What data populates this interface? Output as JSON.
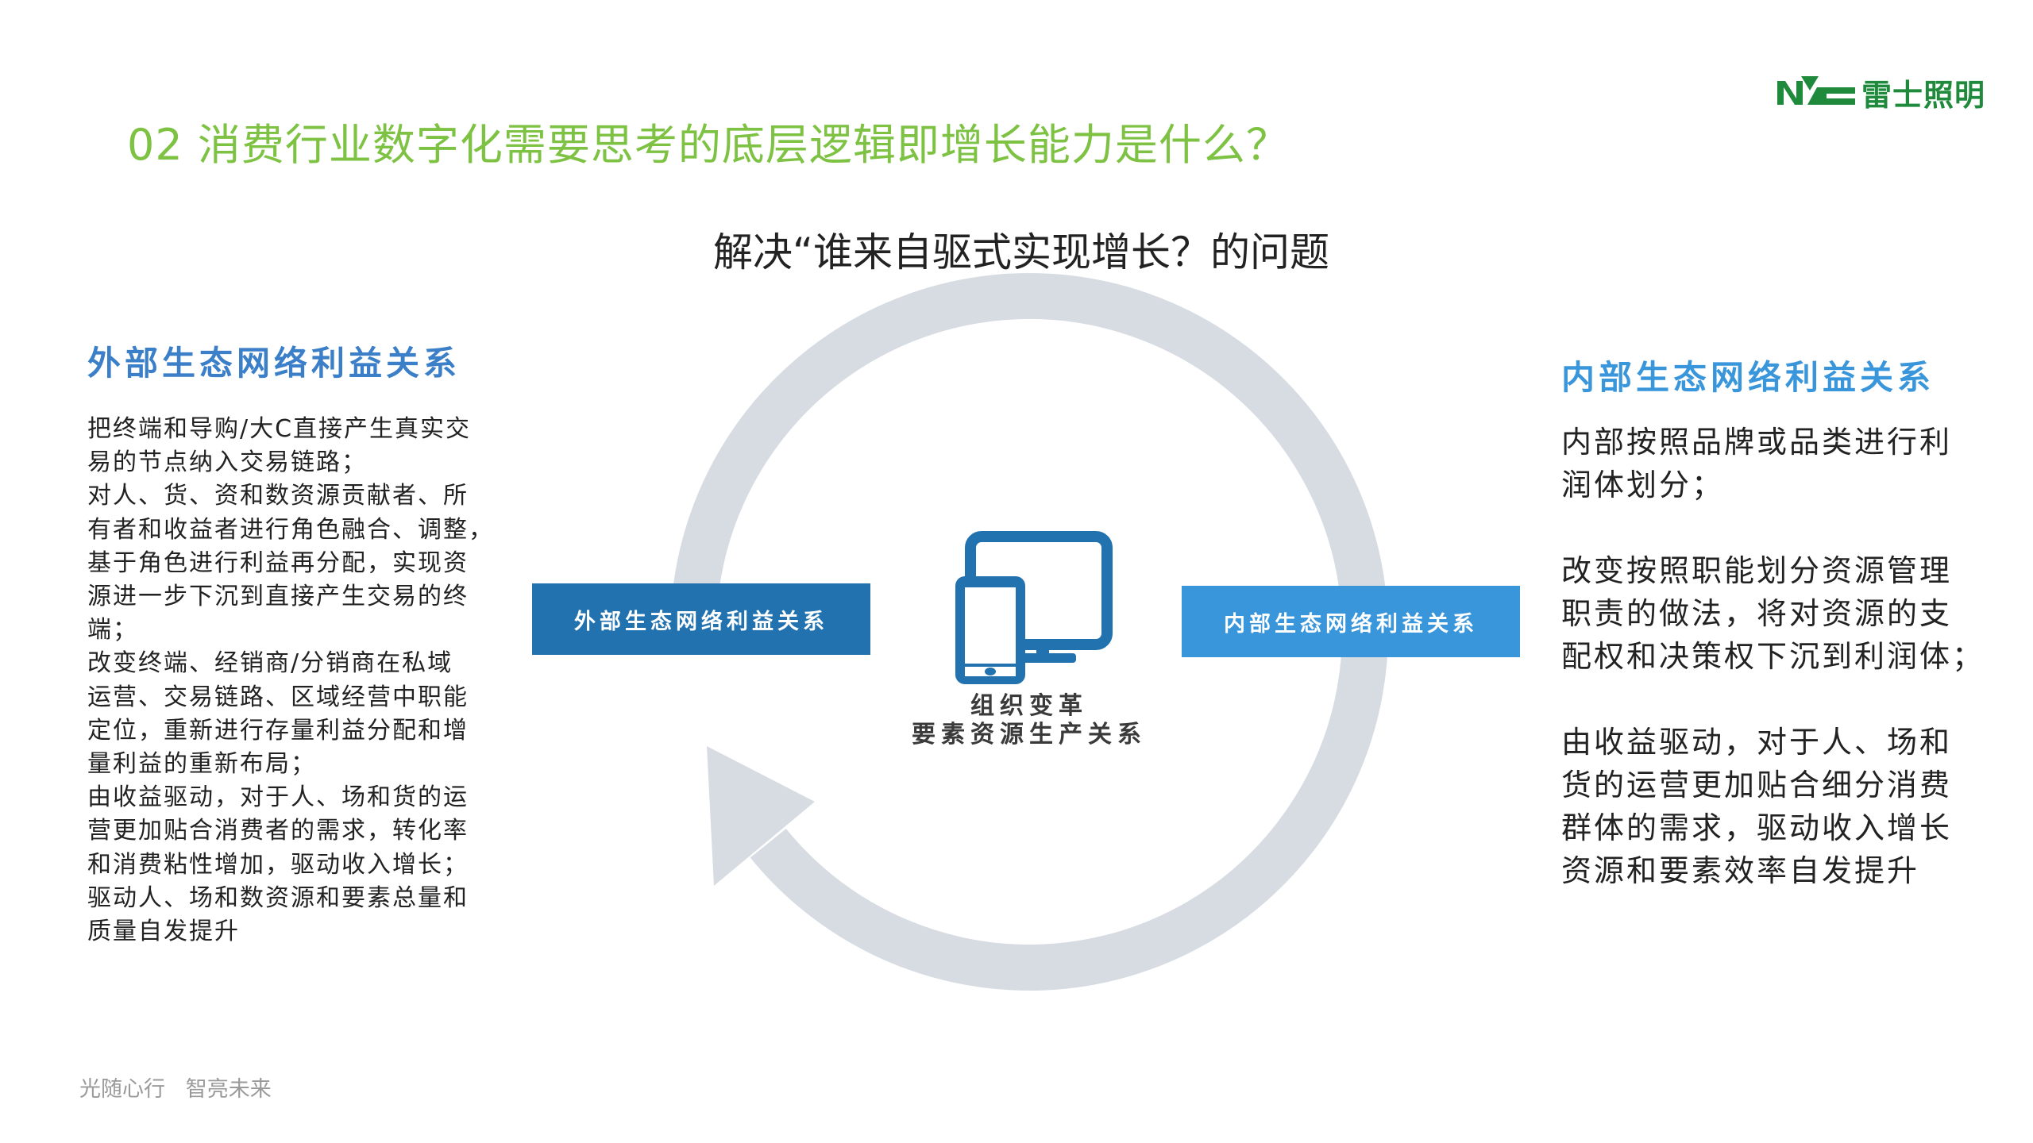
{
  "slide": {
    "title": "02 消费行业数字化需要思考的底层逻辑即增长能力是什么？",
    "subtitle": "解决“谁来自驱式实现增长？的问题",
    "logo_text": "NVC 雷士照明",
    "logo_cn": "雷士照明",
    "footer": "光随心行   智亮未来"
  },
  "diagram": {
    "left_box": "外部生态网络利益关系",
    "right_box": "内部生态网络利益关系",
    "center_line1": "组织变革",
    "center_line2": "要素资源生产关系",
    "icon": "devices-icon",
    "colors": {
      "ring": "#d7dce3",
      "left_box": "#2372b0",
      "right_box": "#3a96db",
      "title": "#7dc242",
      "logo": "#1f8a3c"
    }
  },
  "left_panel": {
    "heading": "外部生态网络利益关系",
    "lines": [
      "把终端和导购/大C直接产生真实交",
      "易的节点纳入交易链路；",
      "对人、货、资和数资源贡献者、所",
      "有者和收益者进行角色融合、调整，",
      "基于角色进行利益再分配，实现资",
      "源进一步下沉到直接产生交易的终",
      "端；",
      "改变终端、经销商/分销商在私域",
      "运营、交易链路、区域经营中职能",
      "定位，重新进行存量利益分配和增",
      "量利益的重新布局；",
      "由收益驱动，对于人、场和货的运",
      "营更加贴合消费者的需求，转化率",
      "和消费粘性增加，驱动收入增长；",
      "驱动人、场和数资源和要素总量和",
      "质量自发提升"
    ]
  },
  "right_panel": {
    "heading": "内部生态网络利益关系",
    "paragraphs": [
      [
        "内部按照品牌或品类进行利",
        "润体划分；"
      ],
      [
        "改变按照职能划分资源管理",
        "职责的做法，将对资源的支",
        "配权和决策权下沉到利润体；"
      ],
      [
        "由收益驱动，对于人、场和",
        "货的运营更加贴合细分消费",
        "群体的需求，驱动收入增长",
        "资源和要素效率自发提升"
      ]
    ]
  }
}
